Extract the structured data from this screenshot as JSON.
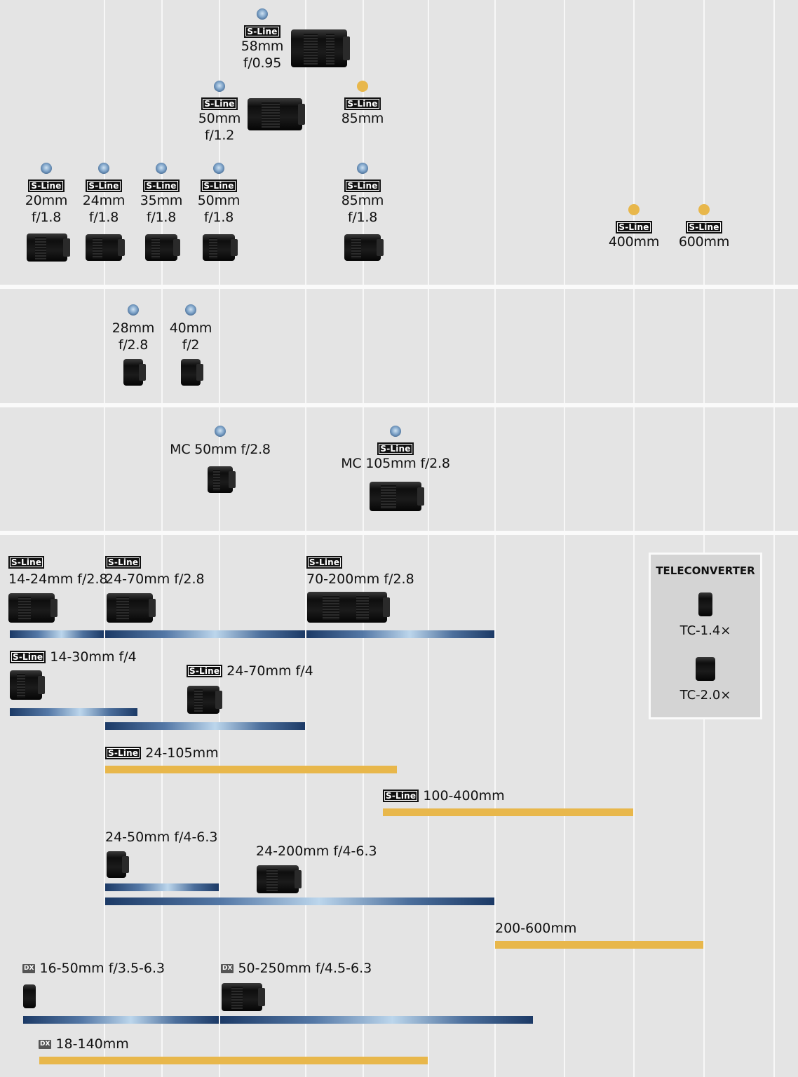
{
  "badge_sline": "S-Line",
  "badge_dx": "DX",
  "primes": [
    {
      "id": "58mm",
      "focal": "58mm",
      "aperture": "f/0.95",
      "sline": true,
      "dot": "blue"
    },
    {
      "id": "50mm12",
      "focal": "50mm",
      "aperture": "f/1.2",
      "sline": true,
      "dot": "blue"
    },
    {
      "id": "85mm-gold",
      "focal": "85mm",
      "aperture": "",
      "sline": true,
      "dot": "gold"
    },
    {
      "id": "20mm",
      "focal": "20mm",
      "aperture": "f/1.8",
      "sline": true,
      "dot": "blue"
    },
    {
      "id": "24mm",
      "focal": "24mm",
      "aperture": "f/1.8",
      "sline": true,
      "dot": "blue"
    },
    {
      "id": "35mm",
      "focal": "35mm",
      "aperture": "f/1.8",
      "sline": true,
      "dot": "blue"
    },
    {
      "id": "50mm18",
      "focal": "50mm",
      "aperture": "f/1.8",
      "sline": true,
      "dot": "blue"
    },
    {
      "id": "85mm18",
      "focal": "85mm",
      "aperture": "f/1.8",
      "sline": true,
      "dot": "blue"
    },
    {
      "id": "400mm",
      "focal": "400mm",
      "aperture": "",
      "sline": true,
      "dot": "gold"
    },
    {
      "id": "600mm",
      "focal": "600mm",
      "aperture": "",
      "sline": true,
      "dot": "gold"
    },
    {
      "id": "28mm",
      "focal": "28mm",
      "aperture": "f/2.8",
      "sline": false,
      "dot": "blue"
    },
    {
      "id": "40mm",
      "focal": "40mm",
      "aperture": "f/2",
      "sline": false,
      "dot": "blue"
    },
    {
      "id": "mc50",
      "focal": "MC 50mm f/2.8",
      "aperture": "",
      "sline": false,
      "dot": "blue"
    },
    {
      "id": "mc105",
      "focal": "MC 105mm f/2.8",
      "aperture": "",
      "sline": true,
      "dot": "blue"
    }
  ],
  "zooms": [
    {
      "id": "z14-24",
      "label": "14-24mm f/2.8",
      "sline": true,
      "dx": false,
      "range": [
        14,
        24
      ],
      "bar": "blue"
    },
    {
      "id": "z24-70-28",
      "label": "24-70mm f/2.8",
      "sline": true,
      "dx": false,
      "range": [
        24,
        70
      ],
      "bar": "blue"
    },
    {
      "id": "z70-200",
      "label": "70-200mm f/2.8",
      "sline": true,
      "dx": false,
      "range": [
        70,
        200
      ],
      "bar": "blue"
    },
    {
      "id": "z14-30",
      "label": "14-30mm f/4",
      "sline": true,
      "dx": false,
      "range": [
        14,
        30
      ],
      "bar": "blue"
    },
    {
      "id": "z24-70-4",
      "label": "24-70mm f/4",
      "sline": true,
      "dx": false,
      "range": [
        24,
        70
      ],
      "bar": "blue"
    },
    {
      "id": "z24-105",
      "label": "24-105mm",
      "sline": true,
      "dx": false,
      "range": [
        24,
        105
      ],
      "bar": "gold"
    },
    {
      "id": "z100-400",
      "label": "100-400mm",
      "sline": true,
      "dx": false,
      "range": [
        100,
        400
      ],
      "bar": "gold"
    },
    {
      "id": "z24-50",
      "label": "24-50mm f/4-6.3",
      "sline": false,
      "dx": false,
      "range": [
        24,
        50
      ],
      "bar": "blue"
    },
    {
      "id": "z24-200",
      "label": "24-200mm f/4-6.3",
      "sline": false,
      "dx": false,
      "range": [
        24,
        200
      ],
      "bar": "blue"
    },
    {
      "id": "z200-600",
      "label": "200-600mm",
      "sline": false,
      "dx": false,
      "range": [
        200,
        600
      ],
      "bar": "gold"
    },
    {
      "id": "z16-50",
      "label": "16-50mm f/3.5-6.3",
      "sline": false,
      "dx": true,
      "range": [
        16,
        50
      ],
      "bar": "blue"
    },
    {
      "id": "z50-250",
      "label": "50-250mm f/4.5-6.3",
      "sline": false,
      "dx": true,
      "range": [
        50,
        250
      ],
      "bar": "blue"
    },
    {
      "id": "z18-140",
      "label": "18-140mm",
      "sline": false,
      "dx": true,
      "range": [
        18,
        140
      ],
      "bar": "gold"
    }
  ],
  "teleconverter": {
    "title": "TELECONVERTER",
    "items": [
      "TC-1.4×",
      "TC-2.0×"
    ]
  },
  "colors": {
    "background": "#e4e4e4",
    "gridline": "#f7f7f7",
    "gold": "#e8b74b",
    "blue_dark": "#1c3a66",
    "blue_light": "#bcd6ec"
  }
}
